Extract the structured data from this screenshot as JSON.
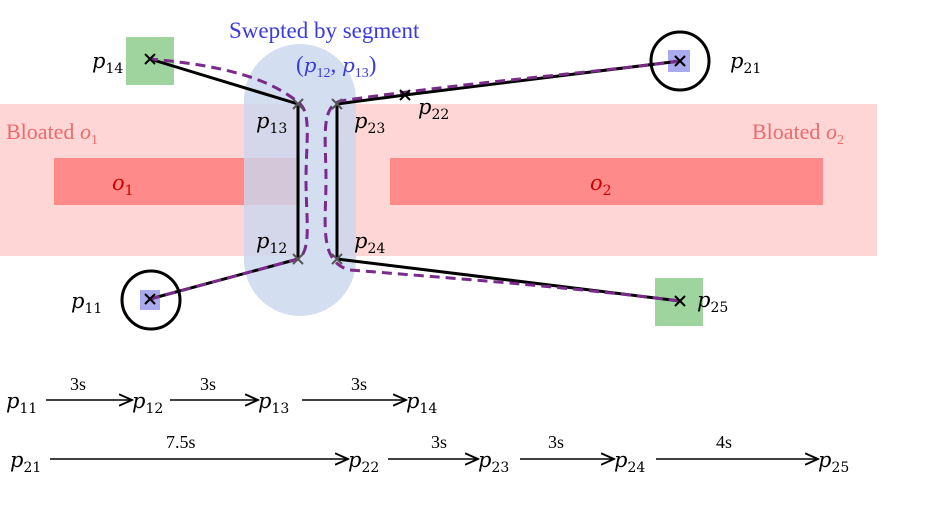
{
  "regions": {
    "bloated_o1": {
      "prefix": "Bloated ",
      "symbol": "o",
      "sub": "1"
    },
    "bloated_o2": {
      "prefix": "Bloated ",
      "symbol": "o",
      "sub": "2"
    },
    "obstacle_o1": {
      "symbol": "o",
      "sub": "1"
    },
    "obstacle_o2": {
      "symbol": "o",
      "sub": "2"
    }
  },
  "swept": {
    "title": "Swepted  by segment",
    "pair": {
      "open": "(",
      "a": "p",
      "a_sub": "12",
      "sep": ", ",
      "b": "p",
      "b_sub": "13",
      "close": ")"
    }
  },
  "points": {
    "p11": {
      "symbol": "p",
      "sub": "11"
    },
    "p12": {
      "symbol": "p",
      "sub": "12"
    },
    "p13": {
      "symbol": "p",
      "sub": "13"
    },
    "p14": {
      "symbol": "p",
      "sub": "14"
    },
    "p21": {
      "symbol": "p",
      "sub": "21"
    },
    "p22": {
      "symbol": "p",
      "sub": "22"
    },
    "p23": {
      "symbol": "p",
      "sub": "23"
    },
    "p24": {
      "symbol": "p",
      "sub": "24"
    },
    "p25": {
      "symbol": "p",
      "sub": "25"
    }
  },
  "timeline1": {
    "nodes": [
      {
        "symbol": "p",
        "sub": "11"
      },
      {
        "symbol": "p",
        "sub": "12"
      },
      {
        "symbol": "p",
        "sub": "13"
      },
      {
        "symbol": "p",
        "sub": "14"
      }
    ],
    "durations": [
      "3s",
      "3s",
      "3s"
    ]
  },
  "timeline2": {
    "nodes": [
      {
        "symbol": "p",
        "sub": "21"
      },
      {
        "symbol": "p",
        "sub": "22"
      },
      {
        "symbol": "p",
        "sub": "23"
      },
      {
        "symbol": "p",
        "sub": "24"
      },
      {
        "symbol": "p",
        "sub": "25"
      }
    ],
    "durations": [
      "7.5s",
      "3s",
      "3s",
      "4s"
    ]
  },
  "colors": {
    "bloated": "#ffd6d6",
    "obstacle": "#ff8a8a",
    "swept_fill": "#c9d6ee",
    "path_dashed": "#7a2a8a",
    "start_marker": "#aaaaee",
    "goal_marker": "#9fd49f",
    "label_blue": "#3a3ae0"
  }
}
